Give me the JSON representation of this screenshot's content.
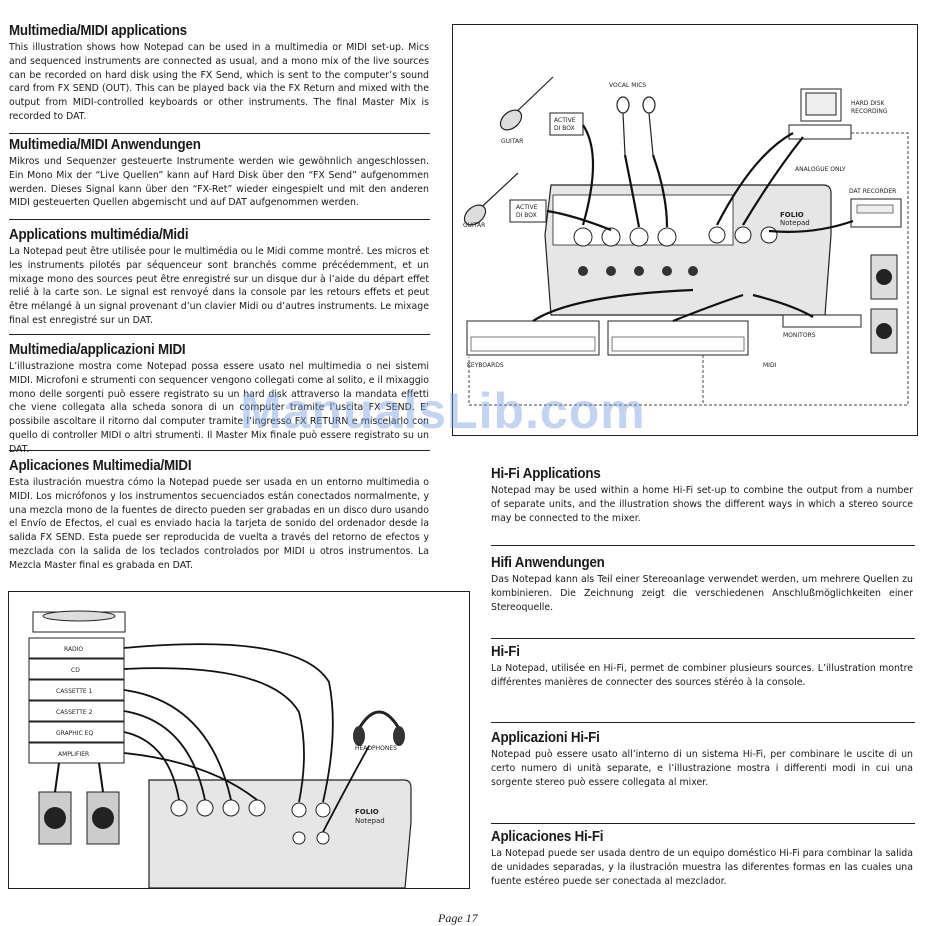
{
  "sections_left": [
    {
      "title": "Multimedia/MIDI applications",
      "text": "This illustration shows how Notepad can be used in a multimedia or MIDI set-up. Mics and sequenced instruments are connected as usual, and a mono mix of the live sources can be recorded on hard disk using the FX Send, which is sent to the computer’s sound card from FX SEND (OUT). This can be played back via the FX Return and mixed with the output from MIDI-controlled keyboards or other instruments. The final Master Mix is recorded to DAT."
    },
    {
      "title": "Multimedia/MIDI Anwendungen",
      "text": "Mikros und Sequenzer gesteuerte Instrumente werden wie gewöhnlich angeschlossen. Ein Mono Mix der “Live Quellen” kann auf Hard Disk über den “FX Send” aufgenommen werden. Dieses Signal kann über den “FX-Ret” wieder eingespielt und mit den anderen MIDI gesteuerten Quellen abgemischt und auf DAT aufgenommen werden."
    },
    {
      "title": "Applications multimédia/Midi",
      "text": "La Notepad peut être utilisée pour le multimédia ou le Midi comme montré. Les micros et les instruments pilotés par séquenceur sont branchés comme précédemment, et un mixage mono des sources peut être enregistré sur un disque dur à l’aide du départ effet relié à la carte son. Le signal est renvoyé dans la console par les retours effets et peut être mélangé à un signal provenant d’un clavier Midi ou d’autres instruments. Le mixage final est enregistré sur un DAT."
    },
    {
      "title": "Multimedia/applicazioni MIDI",
      "text": "L’illustrazione mostra come Notepad possa essere usato nel multimedia o nei sistemi MIDI. Microfoni e strumenti con sequencer vengono collegati come al solito, e il mixaggio mono delle sorgenti può essere registrato su un hard disk attraverso la mandata effetti che viene collegata alla scheda sonora di un computer tramite l’uscita FX SEND. E’ possibile ascoltare il ritorno dal computer tramite l’ingresso FX RETURN e miscelarlo con quello di controller MIDI o altri strumenti. Il Master Mix finale può essere registrato su un DAT."
    },
    {
      "title": "Aplicaciones Multimedia/MIDI",
      "text": "Esta ilustración muestra cómo la Notepad puede ser usada en un entorno multimedia o MIDI. Los micrófonos y los instrumentos secuenciados están conectados normalmente, y una mezcla mono de la fuentes de directo pueden ser grabadas en un disco duro usando el Envío de Efectos, el cual es enviado hacia la tarjeta de sonido del ordenador desde la salida FX SEND. Esta puede ser reproducida de vuelta a través del retorno de efectos y mezclada con la salida de los teclados controlados por MIDI u otros instrumentos. La Mezcla Master final es grabada en DAT."
    }
  ],
  "sections_right": [
    {
      "title": "Hi-Fi Applications",
      "text": "Notepad may be used within a home Hi-Fi set-up to combine the output from a number of separate units, and the illustration shows the different ways in which a stereo source may be connected to the mixer."
    },
    {
      "title": "Hifi Anwendungen",
      "text": "Das Notepad kann als Teil einer Stereoanlage verwendet werden, um mehrere Quellen zu kombinieren. Die Zeichnung zeigt die verschiedenen Anschlußmöglichkeiten einer Stereoquelle."
    },
    {
      "title": "Hi-Fi",
      "text": "La Notepad, utilisée en Hi-Fi, permet de combiner plusieurs sources. L’illustration montre différentes manières de connecter des sources stéréo à la console."
    },
    {
      "title": "Applicazioni Hi-Fi",
      "text": "Notepad può essere usato all’interno di un sistema Hi-Fi, per combinare le uscite di un certo numero di unità separate, e l’illustrazione mostra i differenti modi in cui una sorgente stereo può essere collegata al mixer."
    },
    {
      "title": "Aplicaciones Hi-Fi",
      "text": "La Notepad puede ser usada dentro de un equipo doméstico Hi-Fi para combinar la salida de unidades separadas, y la ilustración muestra las diferentes formas en las cuales una fuente estéreo puede ser conectada al mezclador."
    }
  ],
  "midi_figure": {
    "vocal_mics": "VOCAL MICS",
    "guitar_1": "GUITAR",
    "guitar_2": "GUITAR",
    "active_di_1": "ACTIVE",
    "active_di_1b": "DI BOX",
    "active_di_2": "ACTIVE",
    "active_di_2b": "DI BOX",
    "hard_disk": "HARD DISK",
    "hard_disk_b": "RECORDING",
    "analogue_only": "ANALOGUE ONLY",
    "dat_recorder": "DAT RECORDER",
    "folio": "FOLIO",
    "notepad": "Notepad",
    "monitors": "MONITORS",
    "keyboards": "KEYBOARDS",
    "midi": "MIDI"
  },
  "hifi_figure": {
    "units": [
      "RADIO",
      "CD",
      "CASSETTE 1",
      "CASSETTE 2",
      "GRAPHIC EQ",
      "AMPLIFIER"
    ],
    "headphones": "HEADPHONES",
    "folio": "FOLIO",
    "notepad": "Notepad"
  },
  "watermark": "ManualsLib.com",
  "page_number": "Page 17"
}
